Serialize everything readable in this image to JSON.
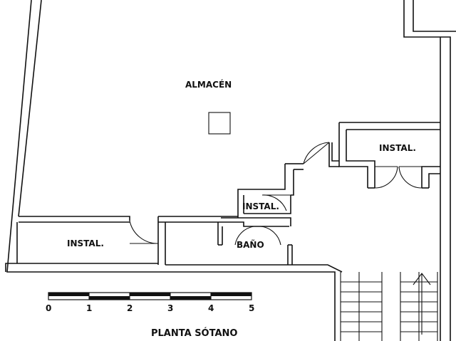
{
  "rooms": {
    "almacen": "ALMACÉN",
    "instal_right": "INSTAL.",
    "instal_center": "INSTAL.",
    "instal_left": "INSTAL.",
    "bano": "BAÑO"
  },
  "scale": {
    "ticks": [
      "0",
      "1",
      "2",
      "3",
      "4",
      "5"
    ]
  },
  "title": "PLANTA SÓTANO"
}
